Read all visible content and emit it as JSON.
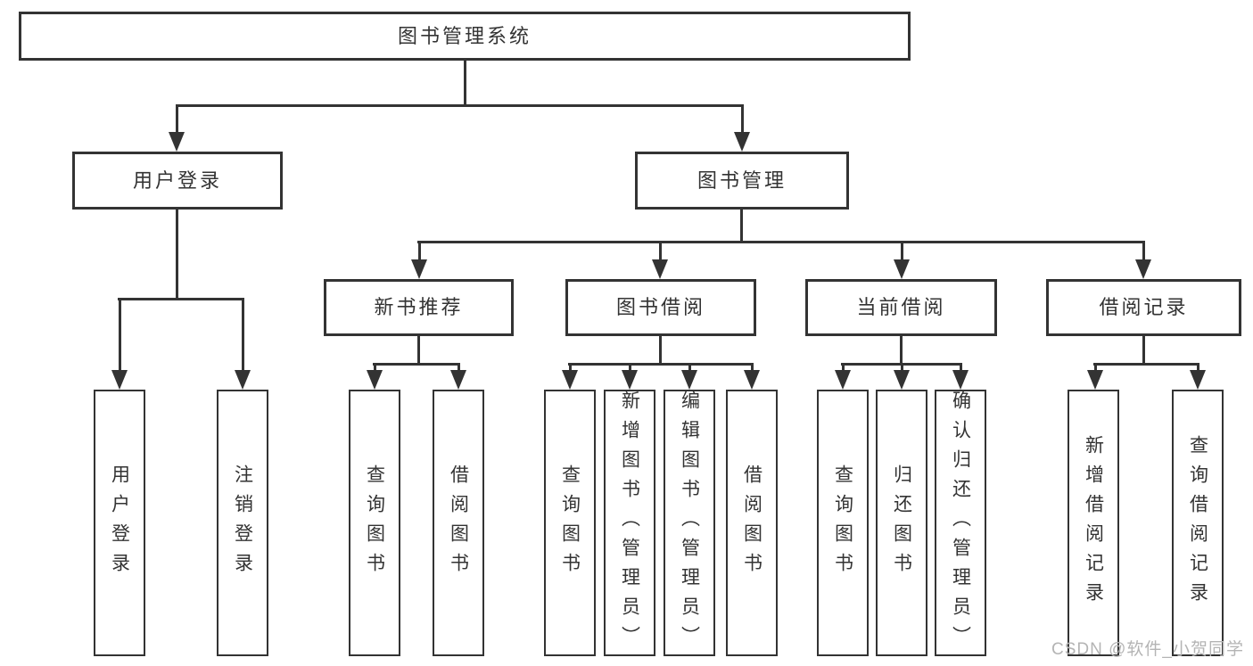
{
  "diagram_type": "functional-structure-tree",
  "tree": {
    "label": "图书管理系统",
    "children": [
      {
        "label": "用户登录",
        "children": [
          {
            "label": "用户登录"
          },
          {
            "label": "注销登录"
          }
        ]
      },
      {
        "label": "图书管理",
        "children": [
          {
            "label": "新书推荐",
            "children": [
              {
                "label": "查询图书"
              },
              {
                "label": "借阅图书"
              }
            ]
          },
          {
            "label": "图书借阅",
            "children": [
              {
                "label": "查询图书"
              },
              {
                "label": "新增图书（管理员）"
              },
              {
                "label": "编辑图书（管理员）"
              },
              {
                "label": "借阅图书"
              }
            ]
          },
          {
            "label": "当前借阅",
            "children": [
              {
                "label": "查询图书"
              },
              {
                "label": "归还图书"
              },
              {
                "label": "确认归还（管理员）"
              }
            ]
          },
          {
            "label": "借阅记录",
            "children": [
              {
                "label": "新增借阅记录"
              },
              {
                "label": "查询借阅记录"
              }
            ]
          }
        ]
      }
    ]
  },
  "watermark": {
    "text": "CSDN @软件_小贺同学"
  },
  "colors": {
    "line": "#333333",
    "text": "#333333",
    "watermark": "#b4b4b4",
    "background": "#ffffff"
  }
}
